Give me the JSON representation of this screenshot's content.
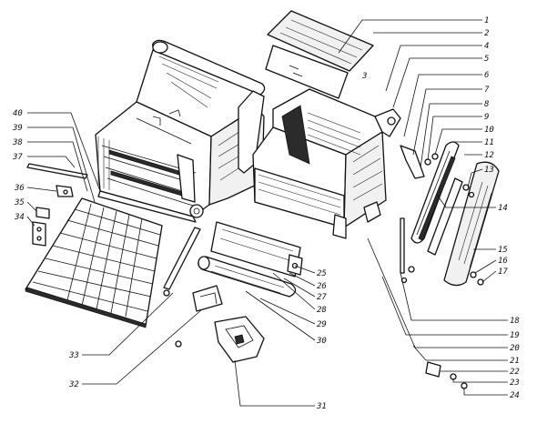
{
  "callouts": [
    {
      "id": "c1",
      "text": "1"
    },
    {
      "id": "c2",
      "text": "2"
    },
    {
      "id": "c3",
      "text": "3"
    },
    {
      "id": "c4",
      "text": "4"
    },
    {
      "id": "c5",
      "text": "5"
    },
    {
      "id": "c6",
      "text": "6"
    },
    {
      "id": "c7",
      "text": "7"
    },
    {
      "id": "c8",
      "text": "8"
    },
    {
      "id": "c9",
      "text": "9"
    },
    {
      "id": "c10",
      "text": "10"
    },
    {
      "id": "c11",
      "text": "11"
    },
    {
      "id": "c12",
      "text": "12"
    },
    {
      "id": "c13",
      "text": "13"
    },
    {
      "id": "c14",
      "text": "14"
    },
    {
      "id": "c15",
      "text": "15"
    },
    {
      "id": "c16",
      "text": "16"
    },
    {
      "id": "c17",
      "text": "17"
    },
    {
      "id": "c18",
      "text": "18"
    },
    {
      "id": "c19",
      "text": "19"
    },
    {
      "id": "c20",
      "text": "20"
    },
    {
      "id": "c21",
      "text": "21"
    },
    {
      "id": "c22",
      "text": "22"
    },
    {
      "id": "c23",
      "text": "23"
    },
    {
      "id": "c24",
      "text": "24"
    },
    {
      "id": "c25",
      "text": "25"
    },
    {
      "id": "c26",
      "text": "26"
    },
    {
      "id": "c27",
      "text": "27"
    },
    {
      "id": "c28",
      "text": "28"
    },
    {
      "id": "c29",
      "text": "29"
    },
    {
      "id": "c30",
      "text": "30"
    },
    {
      "id": "c31",
      "text": "31"
    },
    {
      "id": "c32",
      "text": "32"
    },
    {
      "id": "c33",
      "text": "33"
    },
    {
      "id": "c34",
      "text": "34"
    },
    {
      "id": "c35",
      "text": "35"
    },
    {
      "id": "c36",
      "text": "36"
    },
    {
      "id": "c37",
      "text": "37"
    },
    {
      "id": "c38",
      "text": "38"
    },
    {
      "id": "c39",
      "text": "39"
    },
    {
      "id": "c40",
      "text": "40"
    }
  ]
}
